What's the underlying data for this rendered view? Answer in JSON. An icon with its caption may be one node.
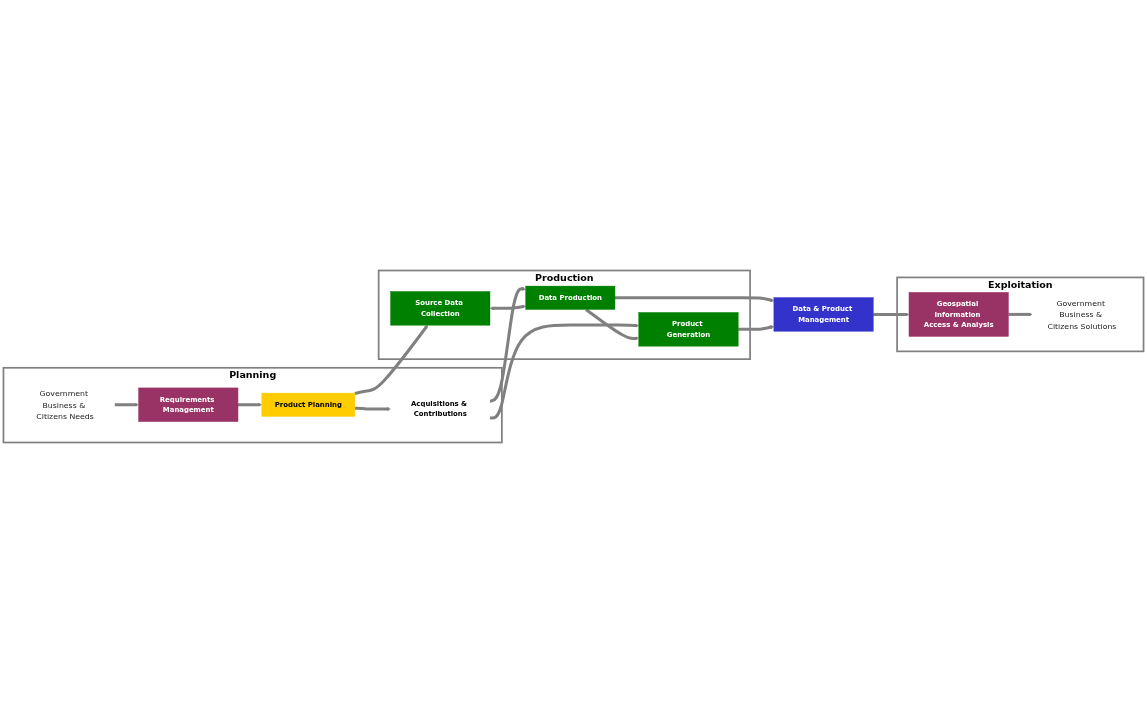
{
  "diagram": {
    "nodes": [
      {
        "text": [
          "Planning"
        ]
      },
      {
        "text": [
          "Government Business & Citizens Needs"
        ],
        "in": 0
      },
      {
        "text": [
          "Requirements Management"
        ],
        "in": 0
      },
      {
        "text": [
          "Product Planning"
        ],
        "in": 0
      },
      {
        "text": [
          "Acquisitions & Contributions"
        ],
        "in": 0
      },
      {
        "text": [
          "Production"
        ]
      },
      {
        "text": [
          "Source Data Collection"
        ],
        "in": 5
      },
      {
        "text": [
          "Data Production"
        ],
        "in": 5
      },
      {
        "text": [
          "Product Generation"
        ],
        "in": 5
      },
      {
        "text": [
          "Data & Product Management"
        ]
      },
      {
        "text": [
          "Exploitation"
        ]
      },
      {
        "text": [
          "Geospatial Information Access & Analysis"
        ],
        "in": 10
      },
      {
        "text": [
          "Government Business & Citizens Solutions"
        ],
        "in": 10
      }
    ],
    "edges": [
      {
        "from": 1,
        "to": 2,
        "arrow": "to"
      },
      {
        "from": 2,
        "to": 3,
        "arrow": "to"
      },
      {
        "from": 3,
        "to": 4,
        "arrow": "to"
      },
      {
        "from": 3,
        "to": 6,
        "arrow": "to"
      },
      {
        "from": 4,
        "to": 7,
        "arrow": "to"
      },
      {
        "from": 4,
        "to": 8,
        "arrow": "to"
      },
      {
        "from": 6,
        "to": 7,
        "arrow": "both"
      },
      {
        "from": 7,
        "to": 8,
        "arrow": "to"
      },
      {
        "from": 7,
        "to": 9,
        "arrow": "to"
      },
      {
        "from": 8,
        "to": 9,
        "arrow": "to"
      },
      {
        "from": 9,
        "to": 11,
        "arrow": "to"
      },
      {
        "from": 11,
        "to": 12,
        "arrow": "to"
      }
    ]
  }
}
